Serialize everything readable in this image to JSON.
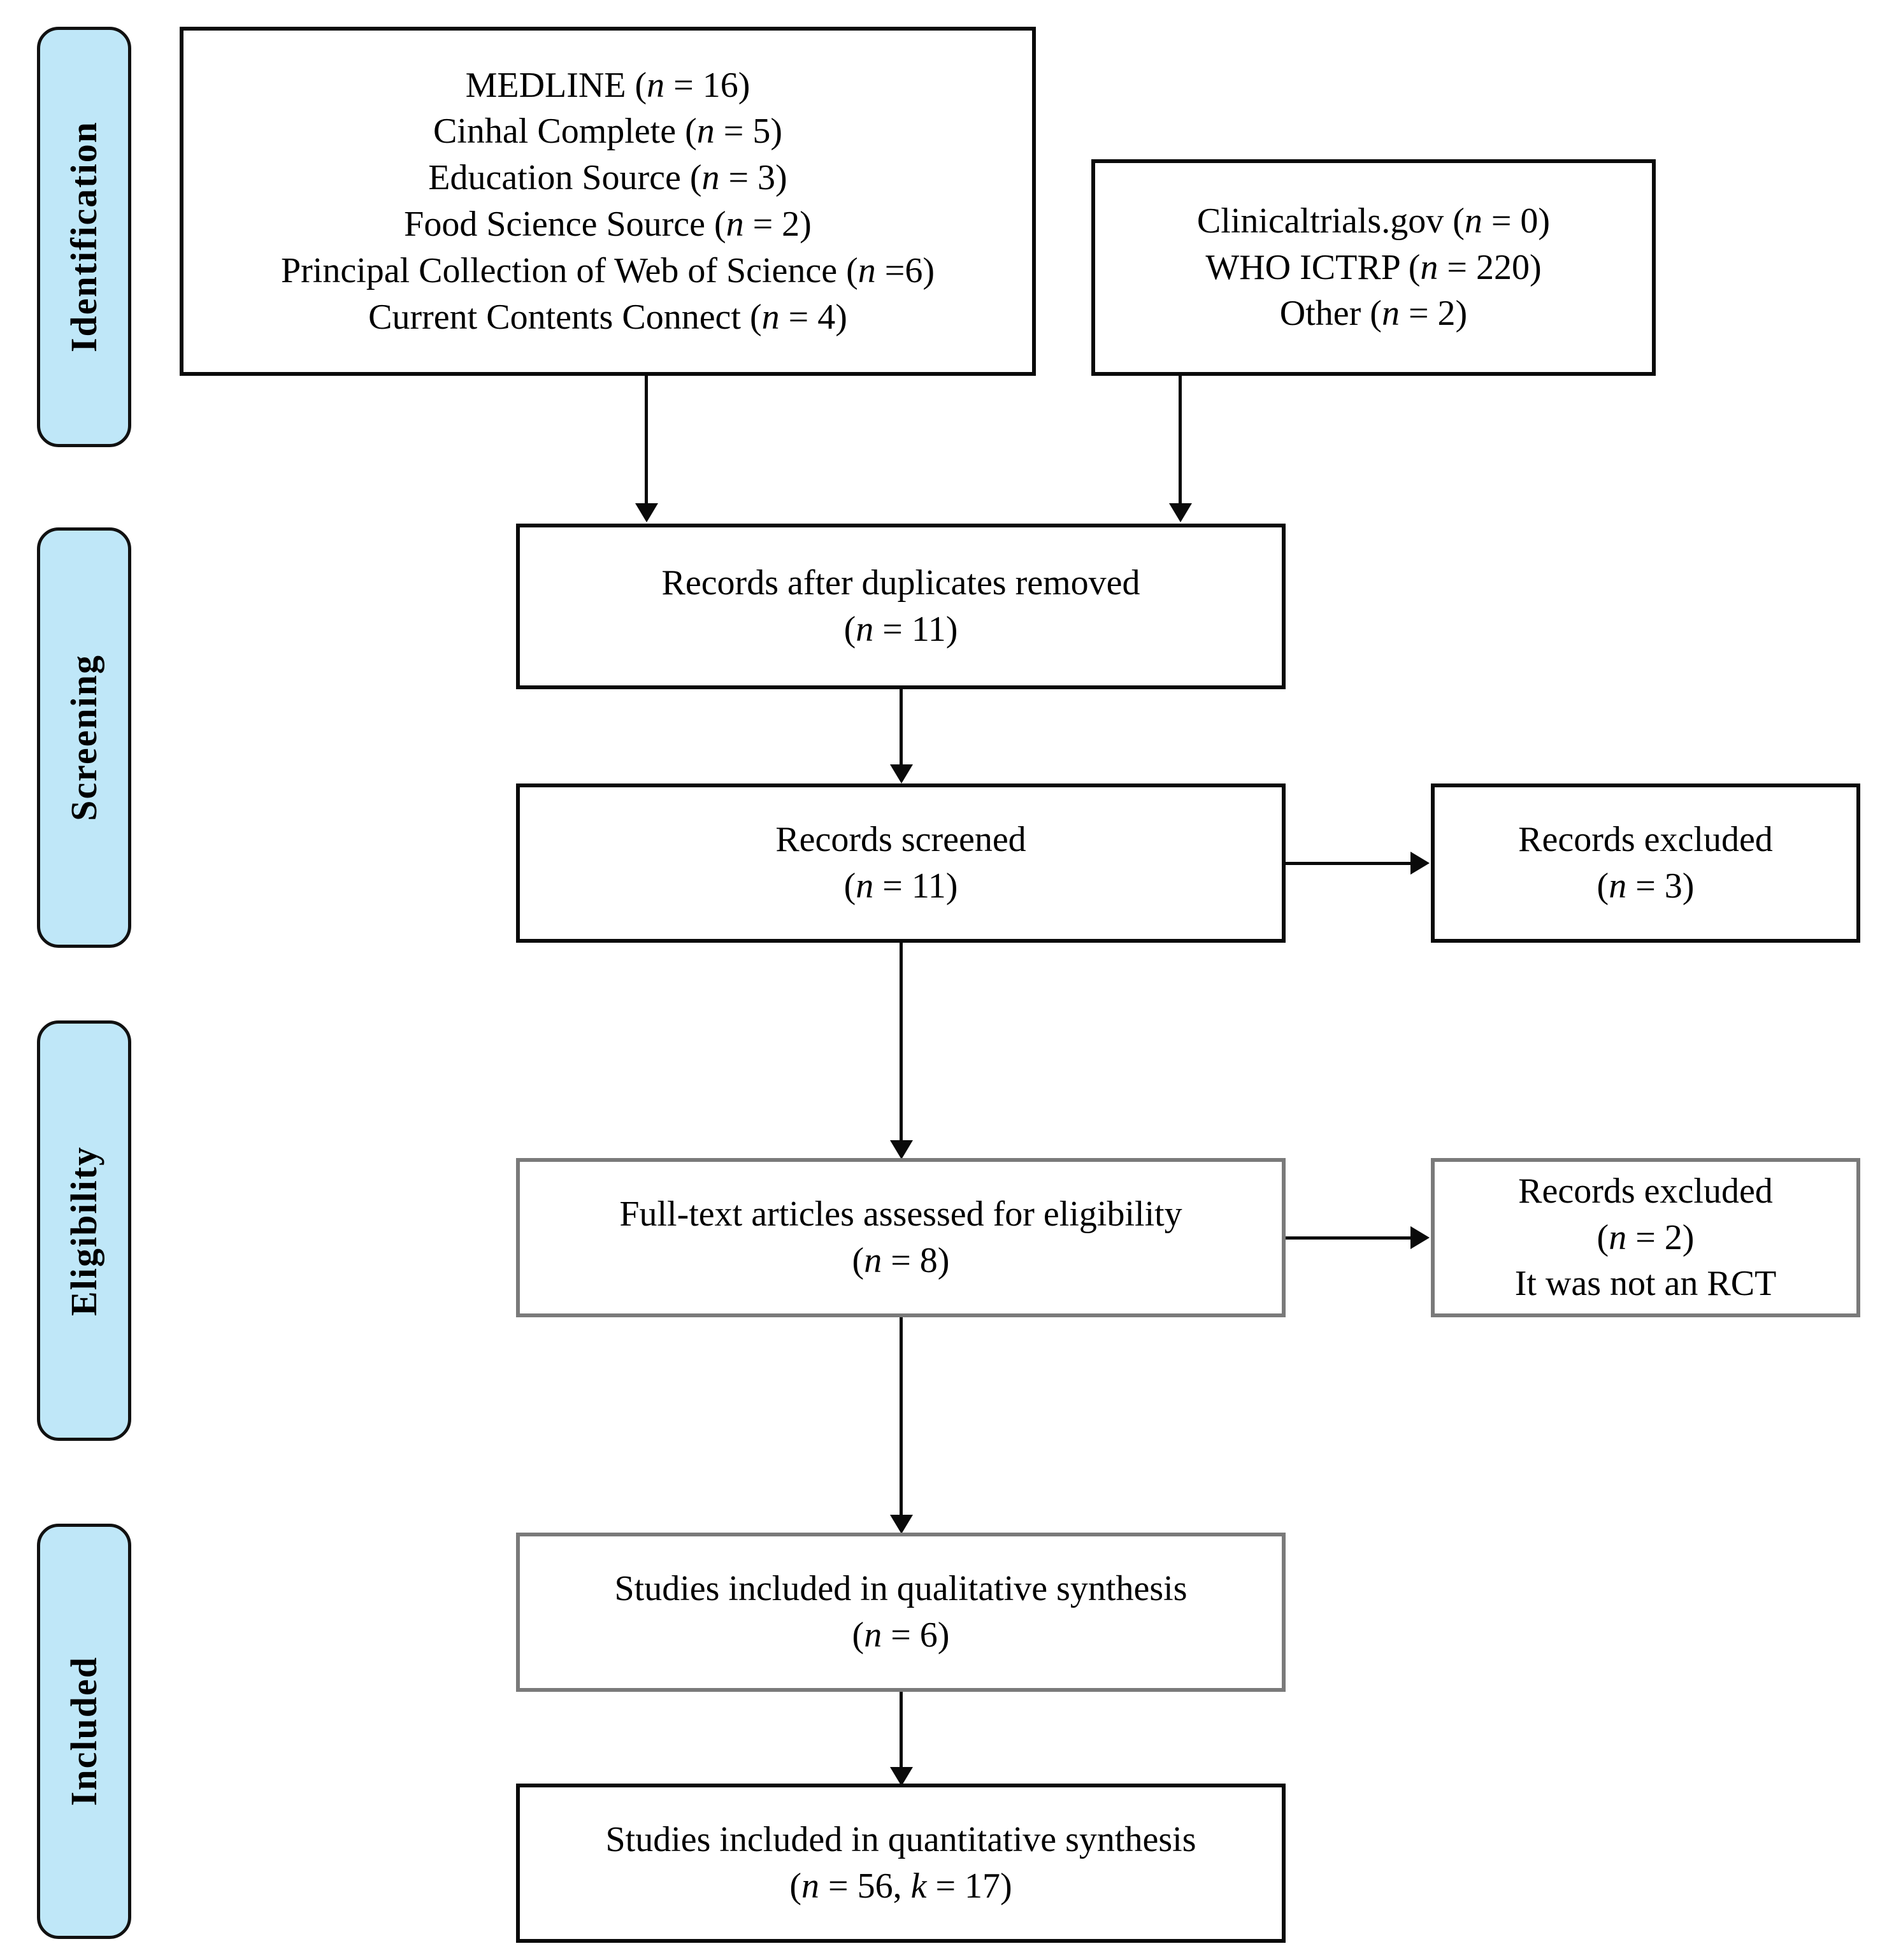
{
  "diagram": {
    "title": "PRISMA flow diagram",
    "accent_color": "#bfe7f8",
    "border_color": "#0a0a0a",
    "gray_border_color": "#7a7a7a"
  },
  "phases": [
    {
      "label": "Identification"
    },
    {
      "label": "Screening"
    },
    {
      "label": "Eligibility"
    },
    {
      "label": "Included"
    }
  ],
  "boxes": {
    "databases": {
      "lines": [
        {
          "text": "MEDLINE (",
          "n": "n",
          "tail": " = 16)"
        },
        {
          "text": "Cinhal  Complete (",
          "n": "n",
          "tail": " = 5)"
        },
        {
          "text": "Education  Source (",
          "n": "n",
          "tail": " = 3)"
        },
        {
          "text": "Food Science Source (",
          "n": "n",
          "tail": " = 2)"
        },
        {
          "text": "Principal Collection  of Web of Science (",
          "n": "n",
          "tail": " =6)"
        },
        {
          "text": "Current Contents Connect (",
          "n": "n",
          "tail": " = 4)"
        }
      ],
      "l1": "MEDLINE (",
      "l1t": " = 16)",
      "l2": "Cinhal  Complete (",
      "l2t": " = 5)",
      "l3": "Education  Source (",
      "l3t": " = 3)",
      "l4": "Food Science Source (",
      "l4t": " = 2)",
      "l5": "Principal Collection  of Web of Science (",
      "l5t": " =6)",
      "l6": "Current Contents Connect (",
      "l6t": " = 4)"
    },
    "registers": {
      "l1": "Clinicaltrials.gov  (",
      "l1t": " = 0)",
      "l2": "WHO ICTRP (",
      "l2t": " = 220)",
      "l3": "Other (",
      "l3t": " = 2)"
    },
    "duplicates_removed": {
      "title": "Records after duplicates removed",
      "count_open": "(",
      "count_tail": " = 11)"
    },
    "records_screened": {
      "title": "Records screened",
      "count_open": "(",
      "count_tail": " = 11)"
    },
    "records_excluded_screening": {
      "title": "Records excluded",
      "count_open": "(",
      "count_tail": " = 3)"
    },
    "fulltext_assessed": {
      "title": "Full-text  articles assessed for eligibility",
      "count_open": "(",
      "count_tail": " = 8)"
    },
    "records_excluded_eligibility": {
      "title": "Records excluded",
      "count_open": "(",
      "count_tail": " = 2)",
      "reason": "It was not an RCT"
    },
    "qualitative_synthesis": {
      "title": "Studies included in qualitative  synthesis",
      "count_open": "(",
      "count_tail": " = 6)"
    },
    "quantitative_synthesis": {
      "title": "Studies included in quantitative synthesis",
      "count_open": "(",
      "count_n": "n",
      "count_mid": " = 56, ",
      "count_k": "k",
      "count_tail": " = 17)"
    }
  },
  "symbols": {
    "n": "n",
    "k": "k"
  },
  "chart_data": {
    "type": "table",
    "title": "PRISMA flow diagram record counts",
    "stages": [
      {
        "stage": "Identification - MEDLINE",
        "n": 16
      },
      {
        "stage": "Identification - Cinhal Complete",
        "n": 5
      },
      {
        "stage": "Identification - Education Source",
        "n": 3
      },
      {
        "stage": "Identification - Food Science Source",
        "n": 2
      },
      {
        "stage": "Identification - Principal Collection of Web of Science",
        "n": 6
      },
      {
        "stage": "Identification - Current Contents Connect",
        "n": 4
      },
      {
        "stage": "Identification - Clinicaltrials.gov",
        "n": 0
      },
      {
        "stage": "Identification - WHO ICTRP",
        "n": 220
      },
      {
        "stage": "Identification - Other",
        "n": 2
      },
      {
        "stage": "Records after duplicates removed",
        "n": 11
      },
      {
        "stage": "Records screened",
        "n": 11
      },
      {
        "stage": "Records excluded (screening)",
        "n": 3
      },
      {
        "stage": "Full-text articles assessed for eligibility",
        "n": 8
      },
      {
        "stage": "Records excluded (eligibility, not an RCT)",
        "n": 2
      },
      {
        "stage": "Studies included in qualitative synthesis",
        "n": 6
      },
      {
        "stage": "Studies included in quantitative synthesis",
        "n": 56,
        "k": 17
      }
    ]
  }
}
